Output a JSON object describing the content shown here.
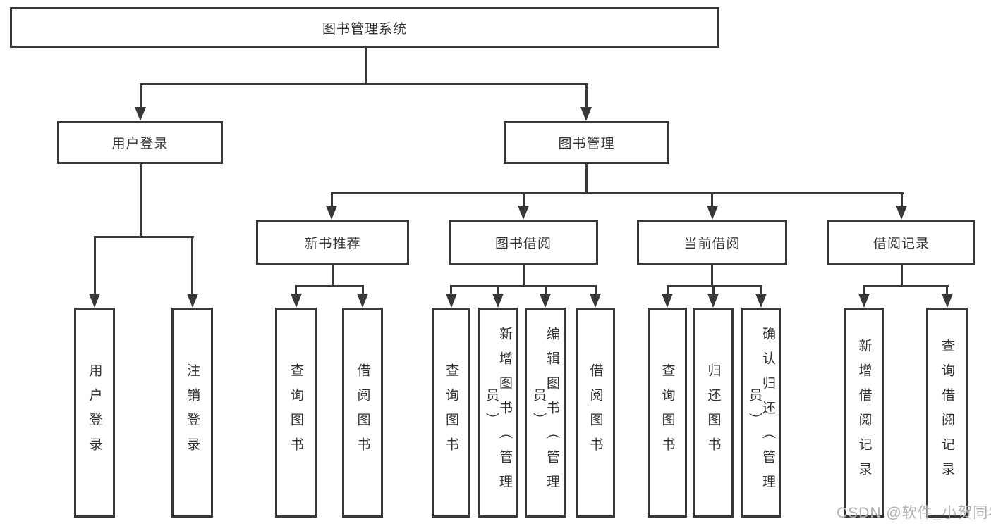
{
  "diagram": {
    "root": {
      "label": "图书管理系统"
    },
    "level2": [
      {
        "id": "user-login",
        "label": "用户登录"
      },
      {
        "id": "book-mgmt",
        "label": "图书管理"
      }
    ],
    "level3": [
      {
        "id": "new-book-rec",
        "label": "新书推荐"
      },
      {
        "id": "book-borrow",
        "label": "图书借阅"
      },
      {
        "id": "current-borrow",
        "label": "当前借阅"
      },
      {
        "id": "borrow-record",
        "label": "借阅记录"
      }
    ],
    "leaves": {
      "user_login": [
        "用户登录",
        "注销登录"
      ],
      "new_book_rec": [
        "查询图书",
        "借阅图书"
      ],
      "book_borrow": [
        "查询图书",
        "新增图书（管理员）",
        "编辑图书（管理员）",
        "借阅图书"
      ],
      "current_borrow": [
        "查询图书",
        "归还图书",
        "确认归还（管理员）"
      ],
      "borrow_record": [
        "新增借阅记录",
        "查询借阅记录"
      ]
    },
    "colors": {
      "line": "#383838",
      "text": "#333333",
      "watermark": "#b0b0b0"
    },
    "watermark": "CSDN @软件_小贺同学"
  }
}
